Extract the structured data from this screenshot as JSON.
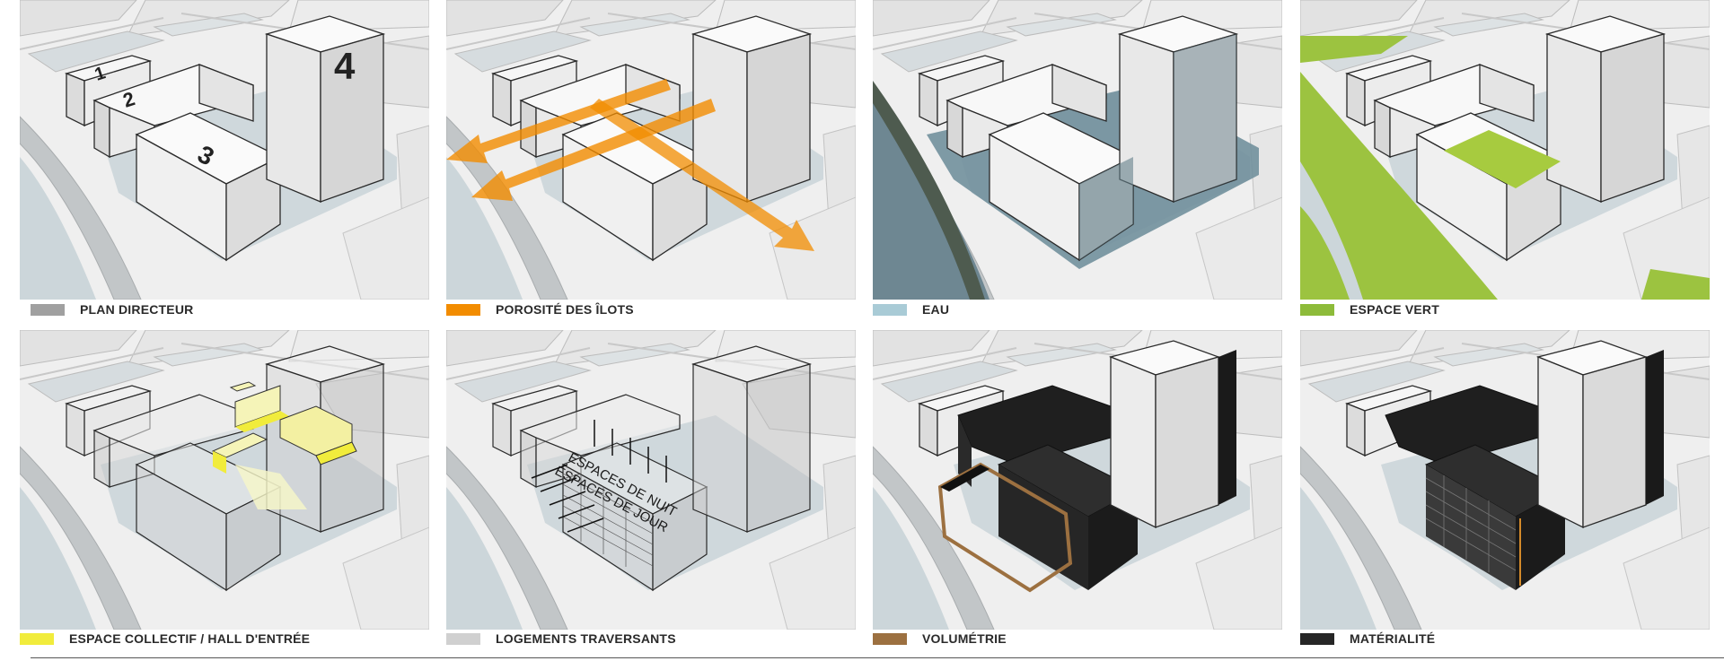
{
  "panels": [
    {
      "legend": "PLAN DIRECTEUR",
      "color": "#a0a0a0",
      "building_labels": [
        "1",
        "2",
        "3",
        "4"
      ]
    },
    {
      "legend": "POROSITÉ DES ÎLOTS",
      "color": "#f28c00"
    },
    {
      "legend": "EAU",
      "color": "#a9cbd6"
    },
    {
      "legend": "ESPACE VERT",
      "color": "#8dbb3a"
    },
    {
      "legend": "ESPACE COLLECTIF / HALL D'ENTRÉE",
      "color": "#f1ec3c"
    },
    {
      "legend": "LOGEMENTS TRAVERSANTS",
      "color": "#d0d0d0",
      "facade_labels": [
        "ESPACES DE NUIT",
        "ESPACES DE JOUR"
      ]
    },
    {
      "legend": "VOLUMÉTRIE",
      "color": "#9c7040"
    },
    {
      "legend": "MATÉRIALITÉ",
      "color": "#262626"
    }
  ]
}
